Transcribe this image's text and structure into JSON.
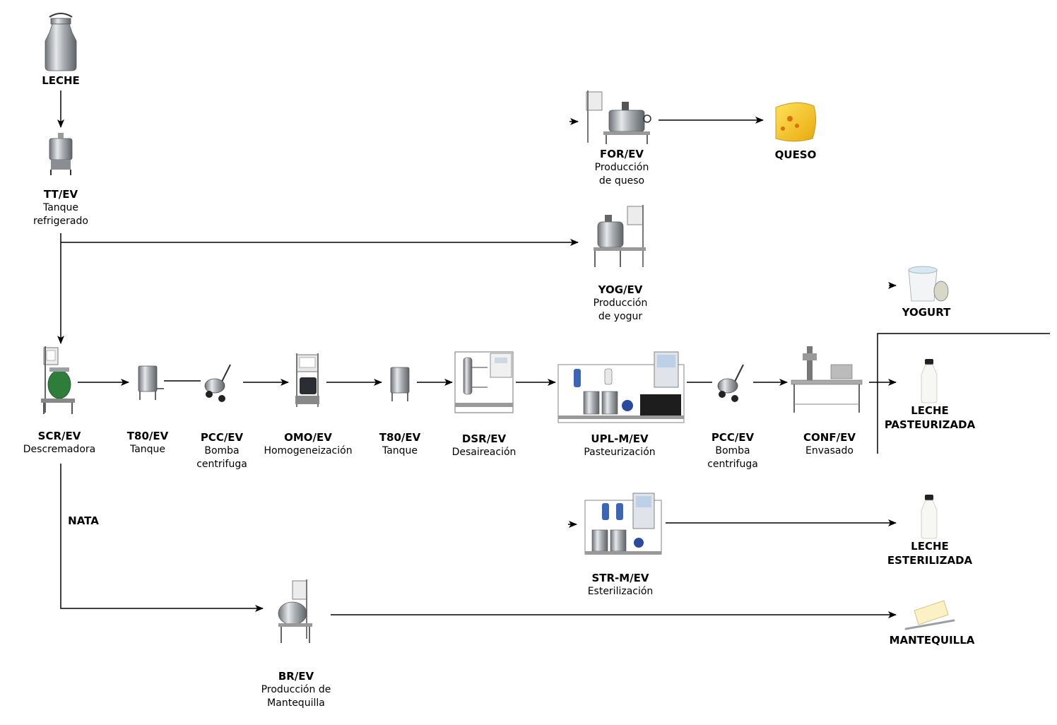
{
  "raw": {
    "label": "LECHE"
  },
  "equipment": {
    "tt": {
      "code": "TT/EV",
      "desc1": "Tanque",
      "desc2": "refrigerado"
    },
    "scr": {
      "code": "SCR/EV",
      "desc1": "Descremadora"
    },
    "t80a": {
      "code": "T80/EV",
      "desc1": "Tanque"
    },
    "pcc1": {
      "code": "PCC/EV",
      "desc1": "Bomba",
      "desc2": "centrifuga"
    },
    "omo": {
      "code": "OMO/EV",
      "desc1": "Homogeneización"
    },
    "t80b": {
      "code": "T80/EV",
      "desc1": "Tanque"
    },
    "dsr": {
      "code": "DSR/EV",
      "desc1": "Desaireación"
    },
    "upl": {
      "code": "UPL-M/EV",
      "desc1": "Pasteurización"
    },
    "pcc2": {
      "code": "PCC/EV",
      "desc1": "Bomba",
      "desc2": "centrifuga"
    },
    "conf": {
      "code": "CONF/EV",
      "desc1": "Envasado"
    },
    "for": {
      "code": "FOR/EV",
      "desc1": "Producción",
      "desc2": "de queso"
    },
    "yog": {
      "code": "YOG/EV",
      "desc1": "Producción",
      "desc2": "de yogur"
    },
    "str": {
      "code": "STR-M/EV",
      "desc1": "Esterilización"
    },
    "br": {
      "code": "BR/EV",
      "desc1": "Producción de",
      "desc2": "Mantequilla"
    }
  },
  "products": {
    "queso": {
      "line1": "QUESO"
    },
    "yogurt": {
      "line1": "YOGURT"
    },
    "pasteurizada": {
      "line1": "LECHE",
      "line2": "PASTEURIZADA"
    },
    "esterilizada": {
      "line1": "LECHE",
      "line2": "ESTERILIZADA"
    },
    "mantequilla": {
      "line1": "MANTEQUILLA"
    }
  },
  "stream": {
    "nata": "NATA"
  },
  "colors": {
    "steel": "#b8bcc2",
    "dark": "#333333",
    "green": "#2f7d3a",
    "cheese": "#f2c21c",
    "milk": "#f4f4f0"
  }
}
